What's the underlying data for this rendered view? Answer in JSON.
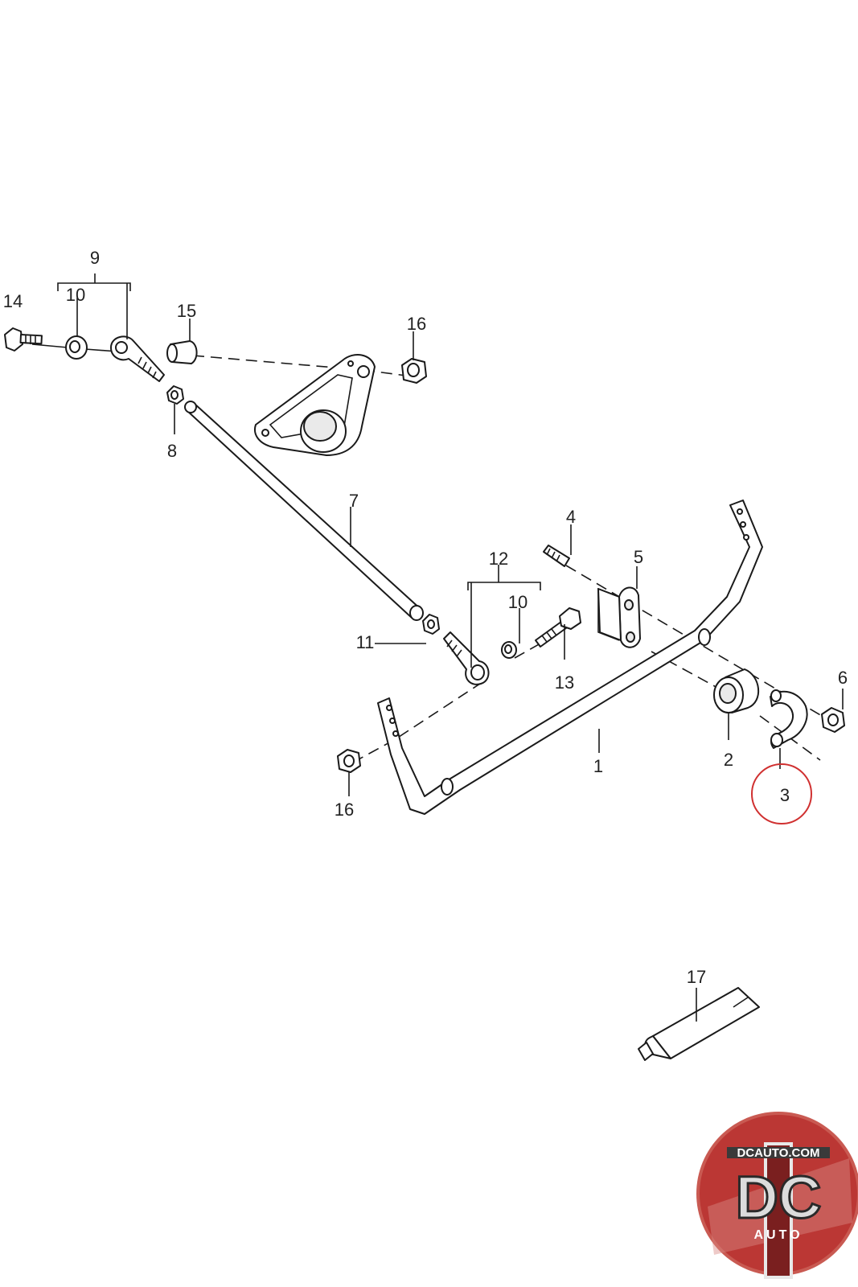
{
  "callouts": {
    "c1": "1",
    "c2": "2",
    "c3": "3",
    "c4": "4",
    "c5": "5",
    "c6": "6",
    "c7": "7",
    "c8": "8",
    "c9": "9",
    "c10a": "10",
    "c10b": "10",
    "c11": "11",
    "c12": "12",
    "c13": "13",
    "c14": "14",
    "c15": "15",
    "c16a": "16",
    "c16b": "16",
    "c17": "17"
  },
  "highlight": {
    "callout": "3",
    "color": "#d03030"
  },
  "logo": {
    "top_text": "DCAUTO.COM",
    "letters": "DC",
    "bottom_text": "AUTO",
    "color": "#b8312f"
  }
}
